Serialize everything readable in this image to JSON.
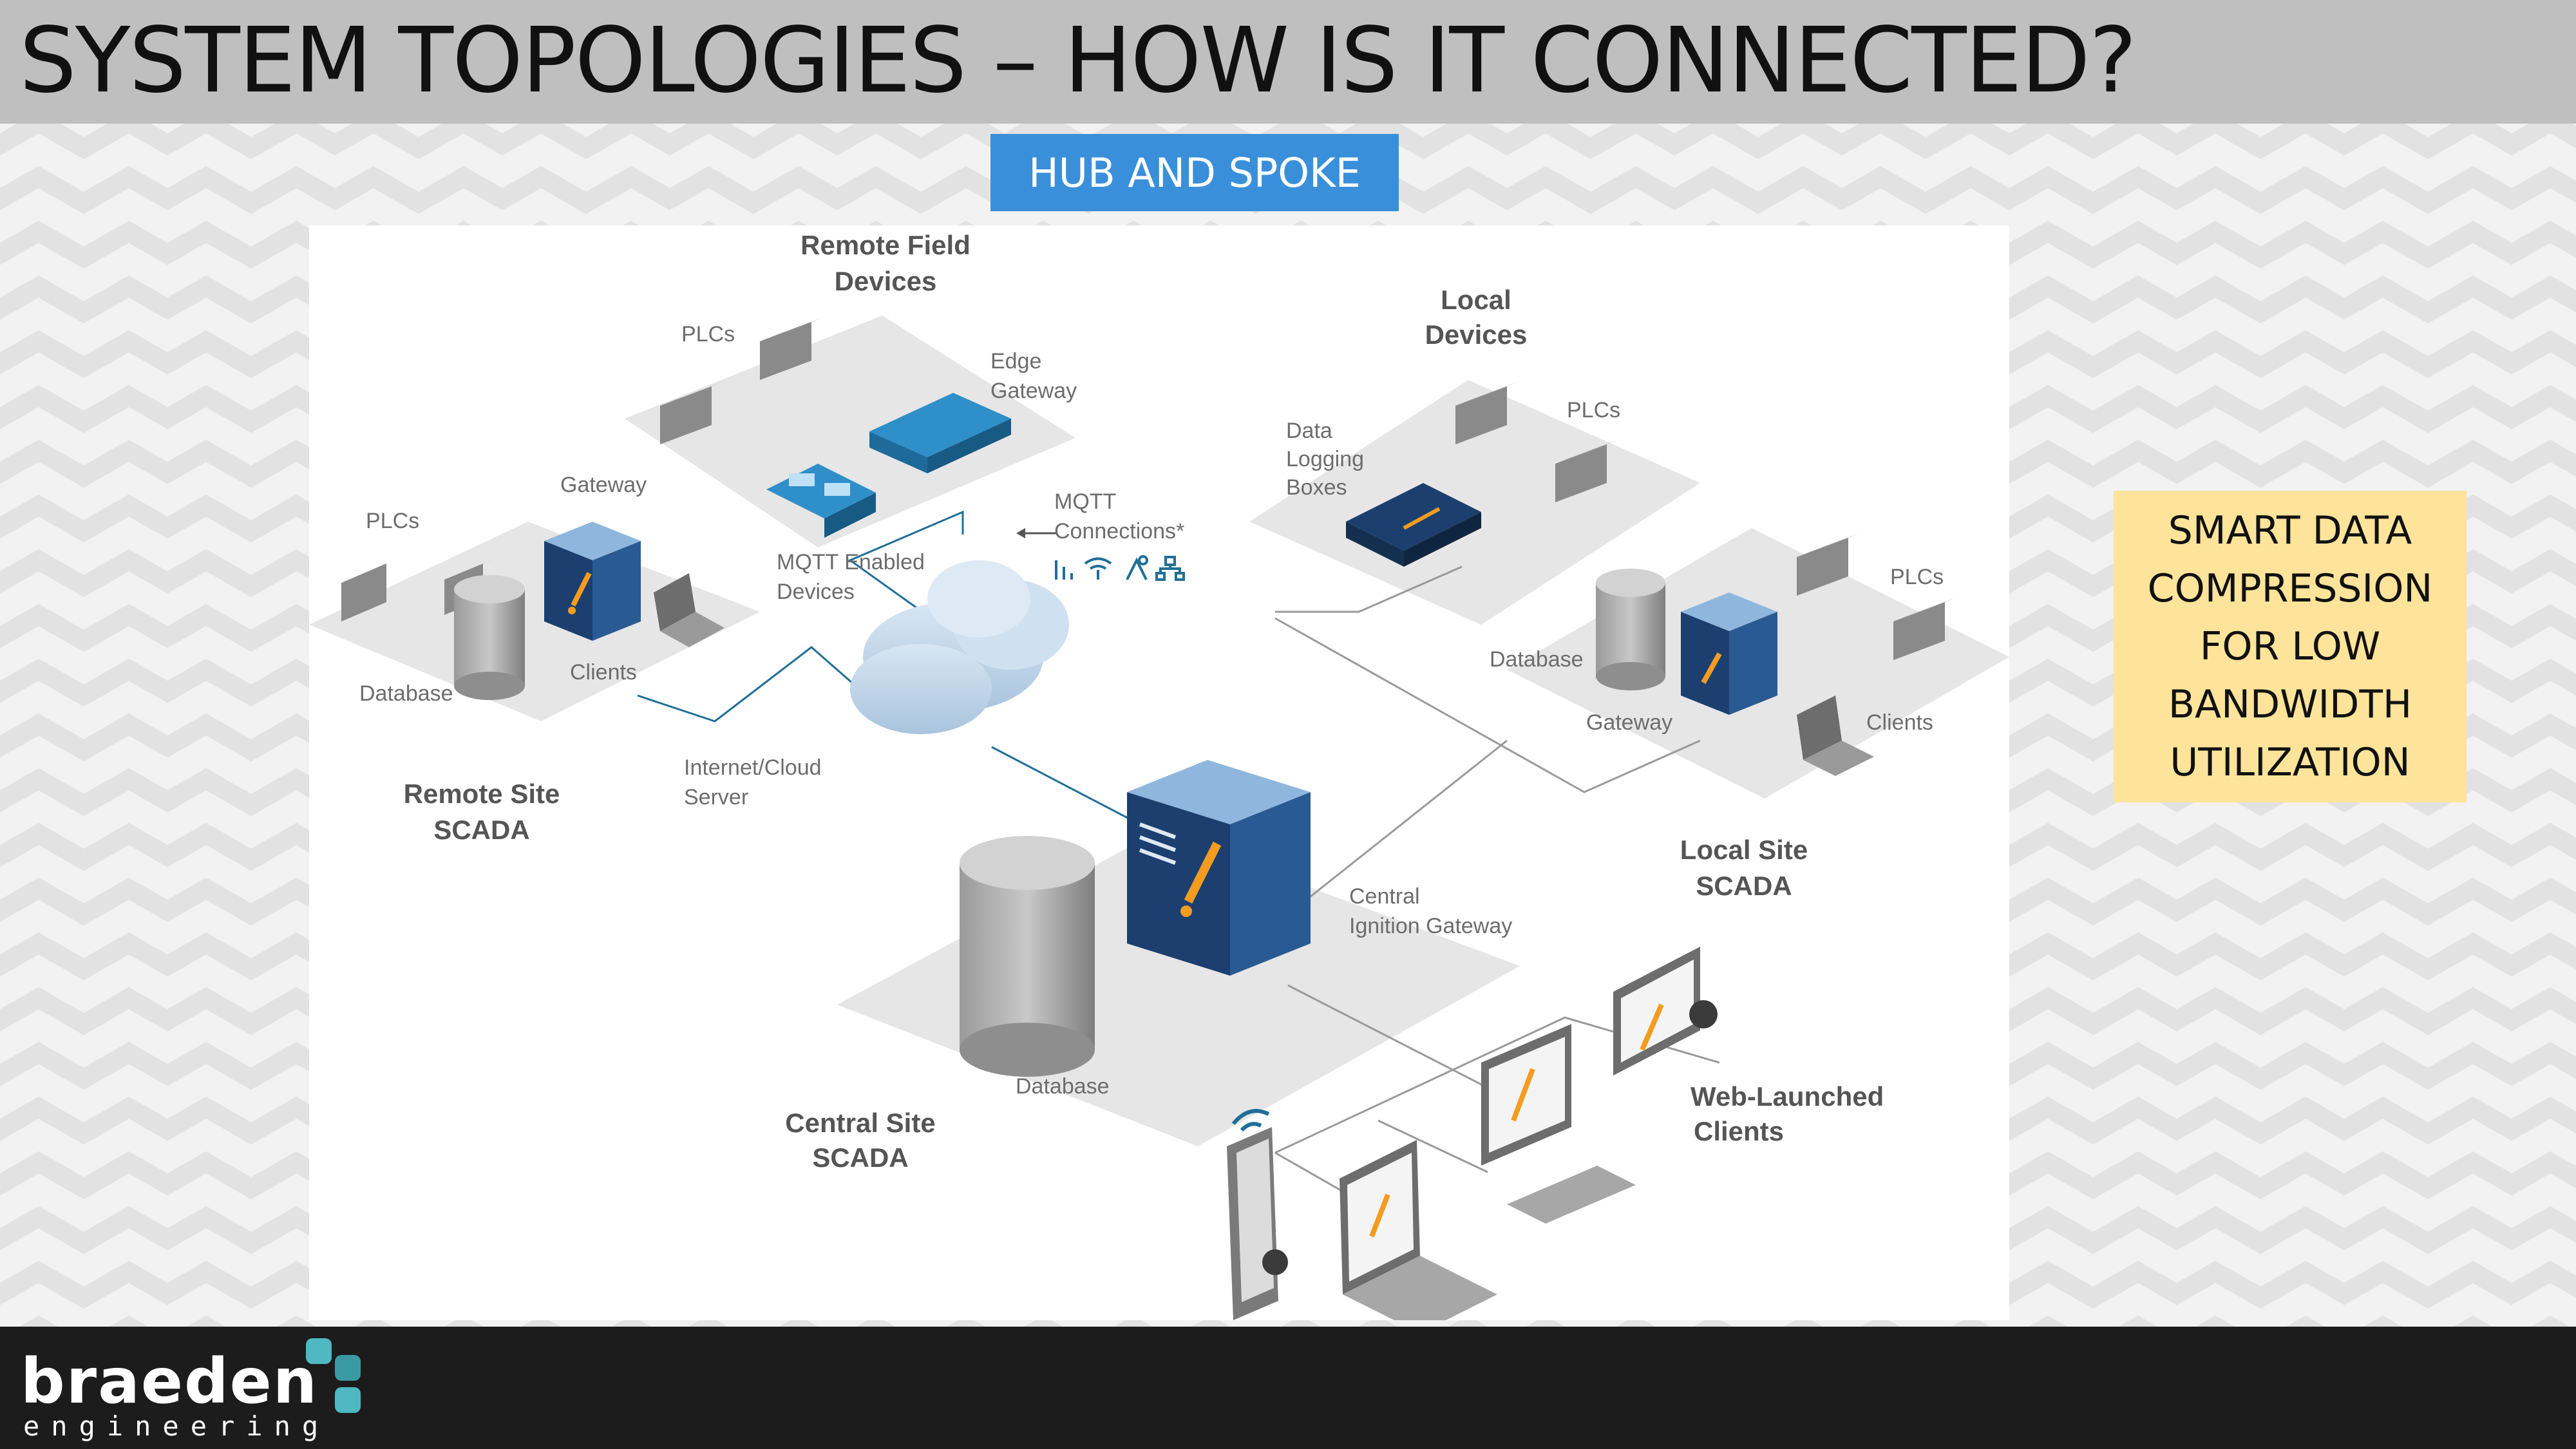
{
  "title": "SYSTEM TOPOLOGIES – HOW IS IT CONNECTED?",
  "badge": "HUB AND SPOKE",
  "note": {
    "lines": [
      "SMART DATA",
      "COMPRESSION",
      "FOR LOW",
      "BANDWIDTH",
      "UTILIZATION"
    ],
    "color": "#fde49a"
  },
  "diagram": {
    "remote_field": {
      "title_lines": [
        "Remote Field",
        "Devices"
      ],
      "plcs": "PLCs",
      "edge_gateway_lines": [
        "Edge",
        "Gateway"
      ],
      "mqtt_devices_lines": [
        "MQTT Enabled",
        "Devices"
      ],
      "mqtt_connections_lines": [
        "MQTT",
        "Connections*"
      ]
    },
    "remote_site": {
      "plcs": "PLCs",
      "gateway": "Gateway",
      "database": "Database",
      "clients": "Clients",
      "title_lines": [
        "Remote Site",
        "SCADA"
      ]
    },
    "cloud_lines": [
      "Internet/Cloud",
      "Server"
    ],
    "local_devices": {
      "title_lines": [
        "Local",
        "Devices"
      ],
      "plcs": "PLCs",
      "data_logging_lines": [
        "Data",
        "Logging",
        "Boxes"
      ]
    },
    "local_site": {
      "plcs": "PLCs",
      "database": "Database",
      "gateway": "Gateway",
      "clients": "Clients",
      "title_lines": [
        "Local Site",
        "SCADA"
      ]
    },
    "central_site": {
      "gateway_lines": [
        "Central",
        "Ignition Gateway"
      ],
      "database": "Database",
      "title_lines": [
        "Central Site",
        "SCADA"
      ]
    },
    "web_clients_lines": [
      "Web-Launched",
      "Clients"
    ]
  },
  "brand": {
    "name": "braeden",
    "sub": "engineering",
    "accent": "#4fb8c2"
  },
  "icons": [
    "mqtt-signal-icon",
    "wifi-icon",
    "satellite-icon",
    "network-icon",
    "hand-pointer-icon"
  ]
}
